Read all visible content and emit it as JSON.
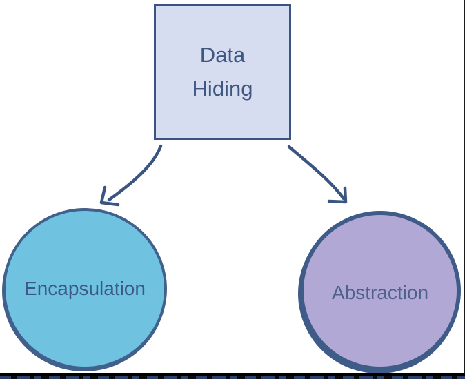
{
  "diagram": {
    "root": {
      "label": "Data Hiding"
    },
    "children": [
      {
        "label": "Encapsulation"
      },
      {
        "label": "Abstraction"
      }
    ],
    "connectors": [
      {
        "name": "arrow-to-encapsulation",
        "from": "Data Hiding",
        "to": "Encapsulation",
        "direction": "down-left"
      },
      {
        "name": "arrow-to-abstraction",
        "from": "Data Hiding",
        "to": "Abstraction",
        "direction": "down-right"
      }
    ],
    "colors": {
      "background": "#FFFFFF",
      "node_fill": "#D7DDF0",
      "node_border": "#3A5380",
      "node_text": "#3E5680",
      "encapsulation_fill": "#6FC3E1",
      "encapsulation_border": "#41618C",
      "abstraction_fill": "#B1A8D6",
      "abstraction_border": "#3F5C88",
      "arrow_ink": "#3A5581",
      "frame_line": "#1B1B1B",
      "bottom_strip": "#0B0B0B"
    }
  }
}
